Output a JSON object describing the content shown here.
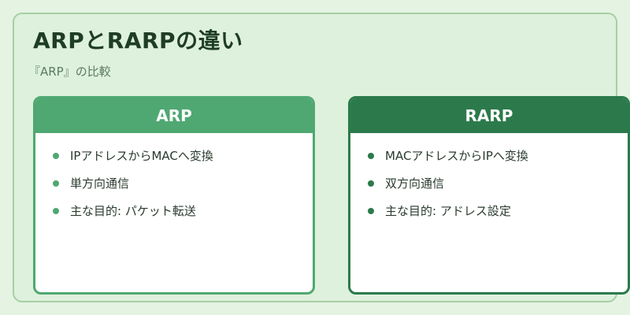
{
  "title": "ARPとRARPの違い",
  "subtitle": "『ARP』の比較",
  "cards": [
    {
      "header": "ARP",
      "items": [
        "IPアドレスからMACへ変換",
        "単方向通信",
        "主な目的: パケット転送"
      ]
    },
    {
      "header": "RARP",
      "items": [
        "MACアドレスからIPへ変換",
        "双方向通信",
        "主な目的: アドレス設定"
      ]
    }
  ],
  "colors": {
    "arp_accent": "#4fa872",
    "rarp_accent": "#2c7a4b"
  }
}
